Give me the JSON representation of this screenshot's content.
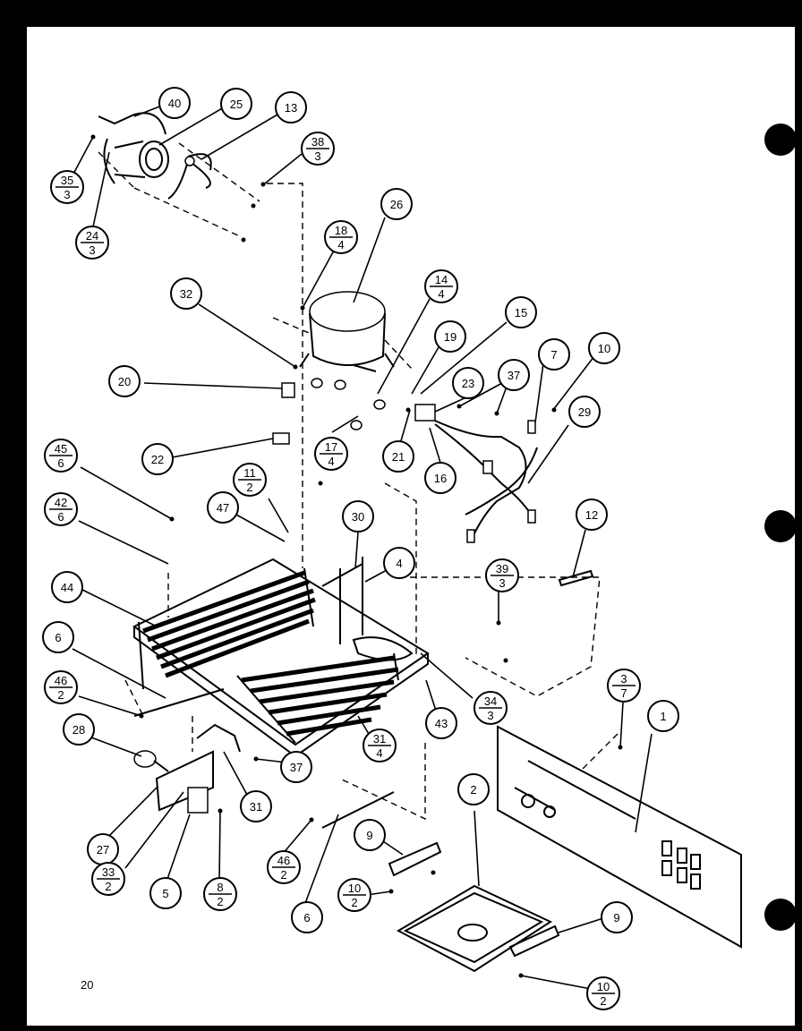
{
  "page_number": "20",
  "callouts": [
    {
      "num": "40"
    },
    {
      "num": "25"
    },
    {
      "num": "13"
    },
    {
      "num": "38",
      "qty": "3"
    },
    {
      "num": "35",
      "qty": "3"
    },
    {
      "num": "24",
      "qty": "3"
    },
    {
      "num": "26"
    },
    {
      "num": "18",
      "qty": "4"
    },
    {
      "num": "14",
      "qty": "4"
    },
    {
      "num": "32"
    },
    {
      "num": "15"
    },
    {
      "num": "19"
    },
    {
      "num": "7"
    },
    {
      "num": "10"
    },
    {
      "num": "20"
    },
    {
      "num": "37"
    },
    {
      "num": "23"
    },
    {
      "num": "29"
    },
    {
      "num": "22"
    },
    {
      "num": "17",
      "qty": "4"
    },
    {
      "num": "21"
    },
    {
      "num": "16"
    },
    {
      "num": "45",
      "qty": "6"
    },
    {
      "num": "11",
      "qty": "2"
    },
    {
      "num": "42",
      "qty": "6"
    },
    {
      "num": "47"
    },
    {
      "num": "30"
    },
    {
      "num": "12"
    },
    {
      "num": "4"
    },
    {
      "num": "39",
      "qty": "3"
    },
    {
      "num": "44"
    },
    {
      "num": "6"
    },
    {
      "num": "46",
      "qty": "2"
    },
    {
      "num": "34",
      "qty": "3"
    },
    {
      "num": "3",
      "qty": "7"
    },
    {
      "num": "43"
    },
    {
      "num": "1"
    },
    {
      "num": "28"
    },
    {
      "num": "31",
      "qty": "4"
    },
    {
      "num": "37"
    },
    {
      "num": "31"
    },
    {
      "num": "2"
    },
    {
      "num": "9"
    },
    {
      "num": "27"
    },
    {
      "num": "46",
      "qty": "2"
    },
    {
      "num": "33",
      "qty": "2"
    },
    {
      "num": "5"
    },
    {
      "num": "8",
      "qty": "2"
    },
    {
      "num": "10",
      "qty": "2"
    },
    {
      "num": "6"
    },
    {
      "num": "9"
    },
    {
      "num": "10",
      "qty": "2"
    }
  ]
}
